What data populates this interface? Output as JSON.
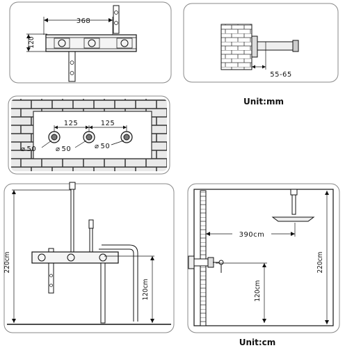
{
  "panel1": {
    "width_label": "368",
    "height_label": "120"
  },
  "panel2": {
    "depth_label": "55-65"
  },
  "units_top": "Unit:mm",
  "panel3": {
    "spacing_left": "125",
    "spacing_right": "125",
    "diameter_1": "50",
    "diameter_2": "50",
    "diameter_3": "50",
    "diameter_symbol": "⌀"
  },
  "panel4": {
    "total_height": "220cm",
    "valve_height": "120cm"
  },
  "panel5": {
    "arm_length": "390cm",
    "total_height": "220cm",
    "valve_height": "120cm"
  },
  "units_bottom": "Unit:cm"
}
